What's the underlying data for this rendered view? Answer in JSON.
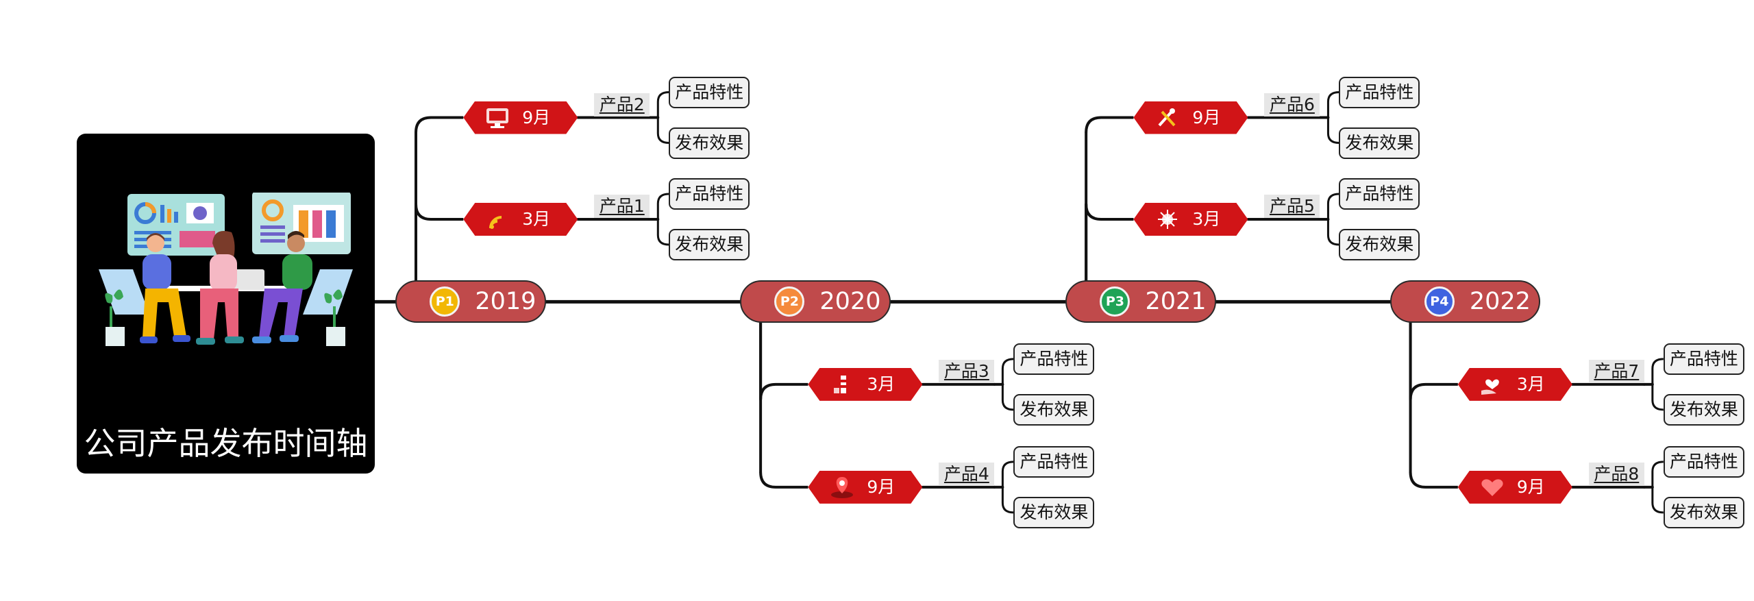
{
  "root": {
    "title": "公司产品发布时间轴"
  },
  "years": [
    {
      "badge": "P1",
      "year": "2019",
      "badge_color": "#f2b705",
      "months": [
        {
          "month": "9月",
          "icon": "monitor-icon",
          "product": "产品2",
          "features": [
            "产品特性",
            "发布效果"
          ]
        },
        {
          "month": "3月",
          "icon": "signal-icon",
          "product": "产品1",
          "features": [
            "产品特性",
            "发布效果"
          ]
        }
      ]
    },
    {
      "badge": "P2",
      "year": "2020",
      "badge_color": "#f58a3c",
      "months": [
        {
          "month": "3月",
          "icon": "lighthouse-icon",
          "product": "产品3",
          "features": [
            "产品特性",
            "发布效果"
          ]
        },
        {
          "month": "9月",
          "icon": "location-pin-icon",
          "product": "产品4",
          "features": [
            "产品特性",
            "发布效果"
          ]
        }
      ]
    },
    {
      "badge": "P3",
      "year": "2021",
      "badge_color": "#1fa356",
      "months": [
        {
          "month": "9月",
          "icon": "tools-icon",
          "product": "产品6",
          "features": [
            "产品特性",
            "发布效果"
          ]
        },
        {
          "month": "3月",
          "icon": "virus-icon",
          "product": "产品5",
          "features": [
            "产品特性",
            "发布效果"
          ]
        }
      ]
    },
    {
      "badge": "P4",
      "year": "2022",
      "badge_color": "#3f63e0",
      "months": [
        {
          "month": "3月",
          "icon": "hand-heart-icon",
          "product": "产品7",
          "features": [
            "产品特性",
            "发布效果"
          ]
        },
        {
          "month": "9月",
          "icon": "heart-icon",
          "product": "产品8",
          "features": [
            "产品特性",
            "发布效果"
          ]
        }
      ]
    }
  ],
  "colors": {
    "year_fill": "#c04a4b",
    "month_fill": "#d11417",
    "product_fill": "#e6e6e6",
    "leaf_fill": "#f2f2f2",
    "line": "#111111",
    "root_fill": "#000000"
  }
}
